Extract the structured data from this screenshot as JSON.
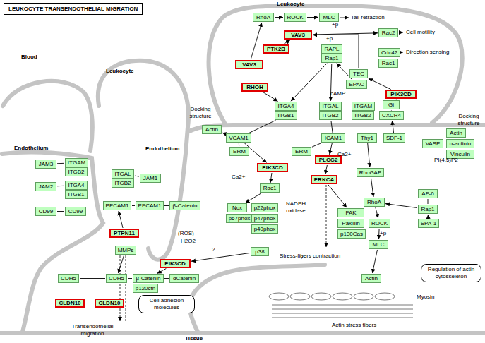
{
  "diagram": {
    "title": "LEUKOCYTE TRANSENDOTHELIAL MIGRATION",
    "nodes": [
      {
        "text": [
          "RhoA"
        ]
      },
      {
        "text": [
          "ROCK"
        ]
      },
      {
        "text": [
          "MLC"
        ]
      },
      {
        "text": [
          "VAV3"
        ]
      },
      {
        "text": [
          "Rac2"
        ]
      },
      {
        "text": [
          "PTK2B"
        ]
      },
      {
        "text": [
          "RAPL"
        ]
      },
      {
        "text": [
          "Rap1"
        ]
      },
      {
        "text": [
          "Cdc42"
        ]
      },
      {
        "text": [
          "VAV3"
        ]
      },
      {
        "text": [
          "Rac1"
        ]
      },
      {
        "text": [
          "TEC"
        ]
      },
      {
        "text": [
          "EPAC"
        ]
      },
      {
        "text": [
          "RHOH"
        ]
      },
      {
        "text": [
          "PIK3CD"
        ]
      },
      {
        "text": [
          "Gi"
        ]
      },
      {
        "text": [
          "ITGA4"
        ]
      },
      {
        "text": [
          "ITGAL"
        ]
      },
      {
        "text": [
          "ITGAM"
        ]
      },
      {
        "text": [
          "ITGB1"
        ]
      },
      {
        "text": [
          "ITGB2"
        ]
      },
      {
        "text": [
          "ITGB2"
        ]
      },
      {
        "text": [
          "CXCR4"
        ]
      },
      {
        "text": [
          "Actin"
        ]
      },
      {
        "text": [
          "VCAM1"
        ]
      },
      {
        "text": [
          "ICAM1"
        ]
      },
      {
        "text": [
          "Thy1"
        ]
      },
      {
        "text": [
          "SDF-1"
        ]
      },
      {
        "text": [
          "Actin"
        ]
      },
      {
        "text": [
          "VASP"
        ]
      },
      {
        "text": [
          "α-actinin"
        ]
      },
      {
        "text": [
          "Vinculin"
        ]
      },
      {
        "text": [
          "ERM"
        ]
      },
      {
        "text": [
          "ERM"
        ]
      },
      {
        "text": [
          "PLCG2"
        ]
      },
      {
        "text": [
          "PIK3CD"
        ]
      },
      {
        "text": [
          "RhoGAP"
        ]
      },
      {
        "text": [
          "Rac1"
        ]
      },
      {
        "text": [
          "PRKCA"
        ]
      },
      {
        "text": [
          "AF-6"
        ]
      },
      {
        "text": [
          "RhoA"
        ]
      },
      {
        "text": [
          "Rap1"
        ]
      },
      {
        "text": [
          "Nox"
        ]
      },
      {
        "text": [
          "p22phox"
        ]
      },
      {
        "text": [
          "p67phox"
        ]
      },
      {
        "text": [
          "p47phox"
        ]
      },
      {
        "text": [
          "p40phox"
        ]
      },
      {
        "text": [
          "FAK"
        ]
      },
      {
        "text": [
          "Paxillin"
        ]
      },
      {
        "text": [
          "p130Cas"
        ]
      },
      {
        "text": [
          "ROCK"
        ]
      },
      {
        "text": [
          "SPA-1"
        ]
      },
      {
        "text": [
          "MLC"
        ]
      },
      {
        "text": [
          "JAM3"
        ]
      },
      {
        "text": [
          "ITGAM"
        ]
      },
      {
        "text": [
          "ITGB2"
        ]
      },
      {
        "text": [
          "JAM2"
        ]
      },
      {
        "text": [
          "ITGA4"
        ]
      },
      {
        "text": [
          "ITGB1"
        ]
      },
      {
        "text": [
          "CD99"
        ]
      },
      {
        "text": [
          "CD99"
        ]
      },
      {
        "text": [
          "ITGAL"
        ]
      },
      {
        "text": [
          "ITGB2"
        ]
      },
      {
        "text": [
          "JAM1"
        ]
      },
      {
        "text": [
          "PECAM1"
        ]
      },
      {
        "text": [
          "PECAM1"
        ]
      },
      {
        "text": [
          "β-Catenin"
        ]
      },
      {
        "text": [
          "PTPN11"
        ]
      },
      {
        "text": [
          "MMPs"
        ]
      },
      {
        "text": [
          "p38"
        ]
      },
      {
        "text": [
          "PIK3CD"
        ]
      },
      {
        "text": [
          "CDH5"
        ]
      },
      {
        "text": [
          "CDH5"
        ]
      },
      {
        "text": [
          "β-Catenin"
        ]
      },
      {
        "text": [
          "αCatenin"
        ]
      },
      {
        "text": [
          "p120ctn"
        ]
      },
      {
        "text": [
          "Actin"
        ]
      },
      {
        "text": [
          "CLDN10"
        ]
      },
      {
        "text": [
          "CLDN10"
        ]
      },
      {
        "text": [
          "Cell adhesion molecules"
        ]
      },
      {
        "text": [
          "Regulation of actin cytoskeleton"
        ]
      }
    ],
    "edges": [
      {
        "from": 0,
        "to": 1,
        "arrow": "to"
      },
      {
        "from": 1,
        "to": 2,
        "arrow": "to"
      },
      {
        "from": 3,
        "to": 4,
        "arrow": "to"
      },
      {
        "from": 5,
        "to": 3,
        "arrow": "to"
      },
      {
        "from": 11,
        "to": 3,
        "arrow": "to"
      },
      {
        "from": 14,
        "to": 11,
        "arrow": "to"
      },
      {
        "from": 15,
        "to": 14,
        "arrow": "to"
      },
      {
        "from": 22,
        "to": 15,
        "arrow": "to"
      },
      {
        "from": 27,
        "to": 22,
        "arrow": "to"
      },
      {
        "from": 12,
        "to": 7,
        "arrow": "to"
      },
      {
        "from": 7,
        "to": 17,
        "arrow": "to"
      },
      {
        "from": 7,
        "to": 16,
        "arrow": "to"
      },
      {
        "from": 9,
        "to": 0,
        "arrow": "to"
      },
      {
        "from": 13,
        "to": 16,
        "arrow": "to"
      },
      {
        "from": 19,
        "to": 24,
        "arrow": "none"
      },
      {
        "from": 20,
        "to": 25,
        "arrow": "none"
      },
      {
        "from": 24,
        "to": 23,
        "arrow": "to"
      },
      {
        "from": 24,
        "to": 32,
        "arrow": "none"
      },
      {
        "from": 25,
        "to": 33,
        "arrow": "none"
      },
      {
        "from": 24,
        "to": 35,
        "arrow": "to"
      },
      {
        "from": 25,
        "to": 34,
        "arrow": "to"
      },
      {
        "from": 34,
        "to": 38,
        "arrow": "to"
      },
      {
        "from": 35,
        "to": 37,
        "arrow": "to"
      },
      {
        "from": 37,
        "to": 42,
        "arrow": "to"
      },
      {
        "from": 38,
        "to": 47,
        "arrow": "to"
      },
      {
        "from": 26,
        "to": 36,
        "arrow": "to"
      },
      {
        "from": 36,
        "to": 40,
        "arrow": "to"
      },
      {
        "from": 41,
        "to": 40,
        "arrow": "to"
      },
      {
        "from": 51,
        "to": 41,
        "arrow": "to"
      },
      {
        "from": 39,
        "to": 41,
        "arrow": "none"
      },
      {
        "from": 40,
        "to": 50,
        "arrow": "to"
      },
      {
        "from": 50,
        "to": 52,
        "arrow": "to"
      },
      {
        "from": 52,
        "to": 76,
        "arrow": "to"
      },
      {
        "from": 53,
        "to": 54,
        "arrow": "none"
      },
      {
        "from": 56,
        "to": 57,
        "arrow": "none"
      },
      {
        "from": 59,
        "to": 60,
        "arrow": "none"
      },
      {
        "from": 61,
        "to": 63,
        "arrow": "none"
      },
      {
        "from": 64,
        "to": 65,
        "arrow": "none"
      },
      {
        "from": 65,
        "to": 66,
        "arrow": "none"
      },
      {
        "from": 67,
        "to": 64,
        "arrow": "to"
      },
      {
        "from": 69,
        "to": 70,
        "arrow": "to"
      },
      {
        "from": 68,
        "to": 72,
        "arrow": "to"
      },
      {
        "from": 70,
        "to": 73,
        "arrow": "to"
      },
      {
        "from": 71,
        "to": 72,
        "arrow": "none"
      },
      {
        "from": 72,
        "to": 73,
        "arrow": "none"
      },
      {
        "from": 73,
        "to": 74,
        "arrow": "none"
      },
      {
        "from": 77,
        "to": 78,
        "arrow": "none"
      }
    ],
    "labels": [
      "Leukocyte",
      "Blood",
      "Leukocyte",
      "Endothelium",
      "Endothelium",
      "Tissue",
      "Tail retraction",
      "+p",
      "+p",
      "Cell motility",
      "Direction sensing",
      "cAMP",
      "Docking structure",
      "Docking structure",
      "Ca2+",
      "Ca2+",
      "PI(4,5)P2",
      "NADPH oxidase",
      "(ROS)",
      "H2O2",
      "?",
      "?",
      "Stress-fibers contraction",
      "+p",
      "Myosin",
      "Actin stress fibers",
      "Transendothelial migration"
    ]
  }
}
